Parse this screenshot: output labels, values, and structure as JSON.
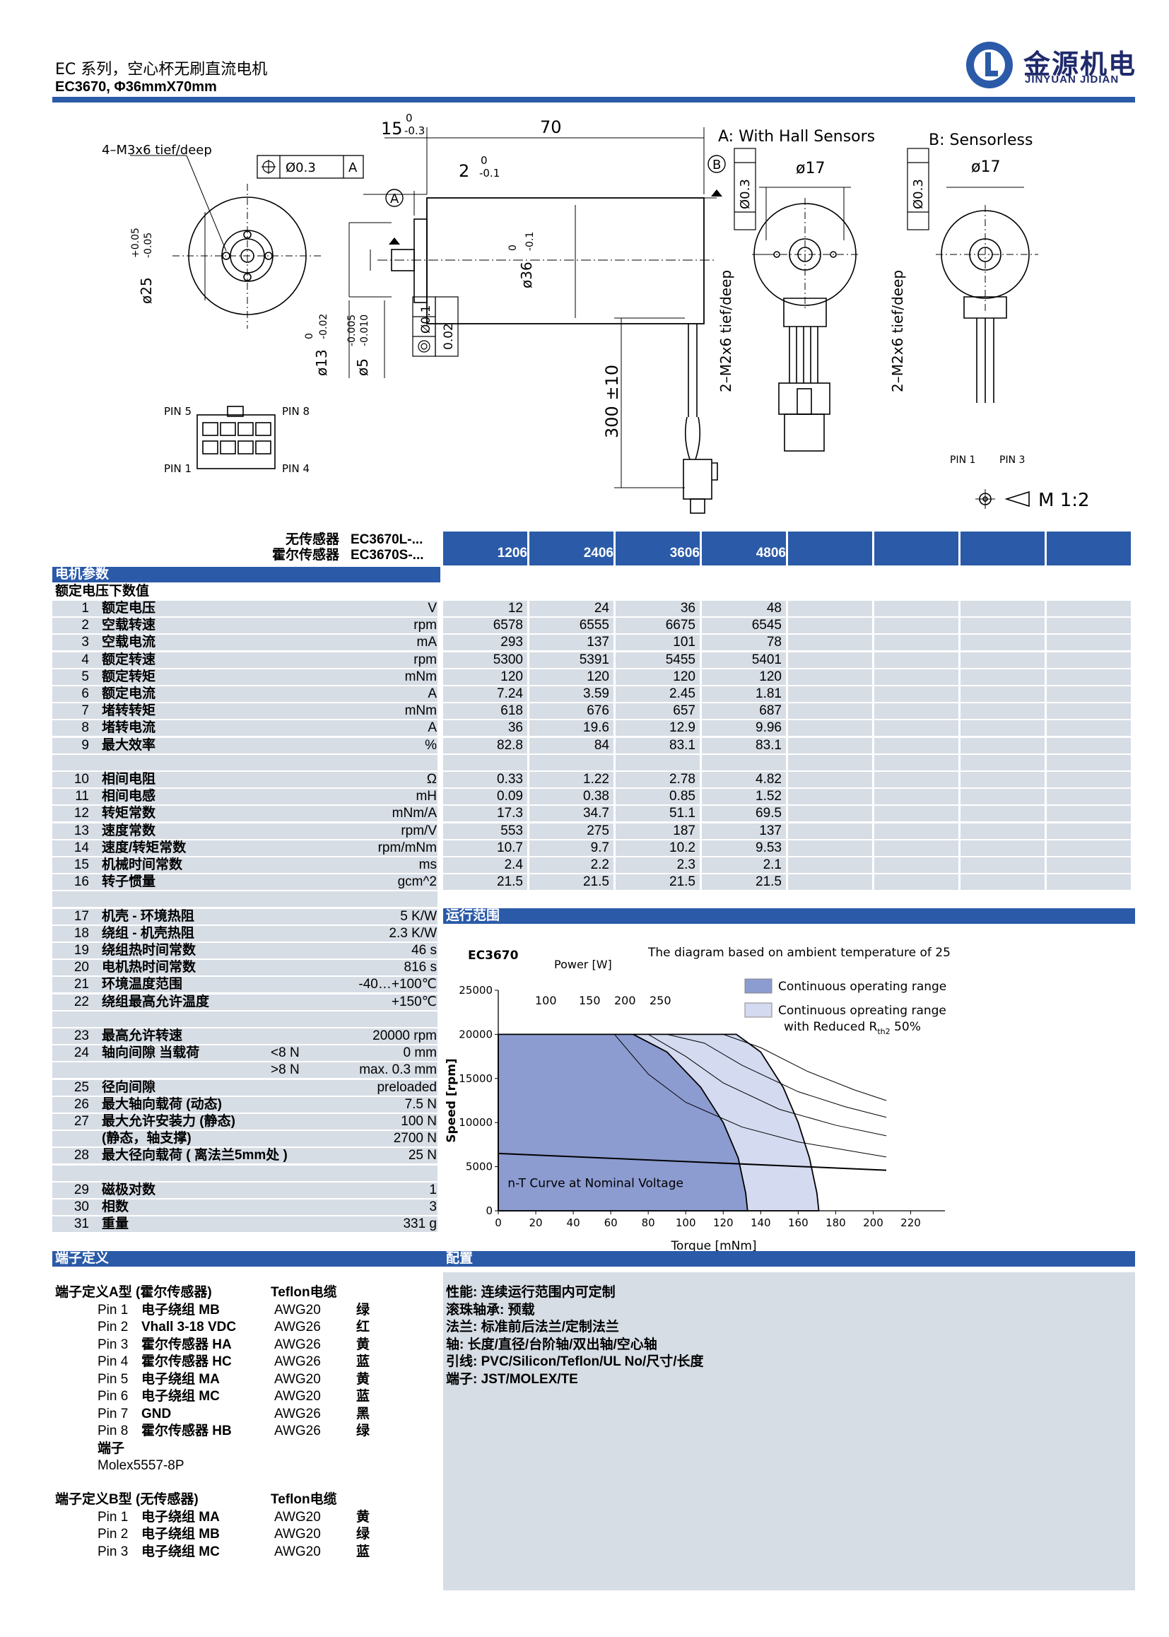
{
  "header": {
    "title": "EC  系列，空心杯无刷直流电机",
    "subtitle": "EC3670, Φ36mmX70mm",
    "logo_cn": "金源机电",
    "logo_en": "JINYUAN JIDIAN"
  },
  "drawing": {
    "thread_label": "4–M3x6 tief/deep",
    "tol_box": "Ø0.3",
    "datum_a": "A",
    "datum_b": "B",
    "dim_15": "15",
    "dim_15_tol": "-0.3",
    "dim_15_zero": "0",
    "dim_70": "70",
    "dim_2": "2",
    "dim_2_tol": "-0.1",
    "dim_2_zero": "0",
    "dim_25": "ø25",
    "dim_25_tol_p": "+0.05",
    "dim_25_tol_m": "-0.05",
    "dim_36": "ø36",
    "dim_36_tol": "-0.1",
    "dim_36_zero": "0",
    "dim_13": "ø13",
    "dim_13_tol": "-0.02",
    "dim_13_zero": "0",
    "dim_5": "ø5",
    "dim_5_tol1": "-0.005",
    "dim_5_tol2": "-0.010",
    "tol_01": "Ø0.1",
    "tol_002": "0.02",
    "dim_300": "300 ±10",
    "pin5": "PIN 5",
    "pin8": "PIN 8",
    "pin1": "PIN 1",
    "pin4": "PIN 4",
    "view_a": "A:  With  Hall  Sensors",
    "view_b": "B:  Sensorless",
    "d17a": "ø17",
    "d17b": "ø17",
    "tol_03": "Ø0.3",
    "m2a": "2–M2x6 tief/deep",
    "m2b": "2–M2x6 tief/deep",
    "pin1b": "PIN 1",
    "pin3b": "PIN 3",
    "scale": "M 1:2"
  },
  "spec": {
    "label_sensorless": "无传感器",
    "label_hall": "霍尔传感器",
    "model_l": "EC3670L-...",
    "model_s": "EC3670S-...",
    "columns": [
      "1206",
      "2406",
      "3606",
      "4806"
    ],
    "section_title": "电机参数",
    "sub_title": "额定电压下数值",
    "rows1": [
      {
        "n": "1",
        "name": "额定电压",
        "unit": "V",
        "v": [
          "12",
          "24",
          "36",
          "48"
        ]
      },
      {
        "n": "2",
        "name": "空载转速",
        "unit": "rpm",
        "v": [
          "6578",
          "6555",
          "6675",
          "6545"
        ]
      },
      {
        "n": "3",
        "name": "空载电流",
        "unit": "mA",
        "v": [
          "293",
          "137",
          "101",
          "78"
        ]
      },
      {
        "n": "4",
        "name": "额定转速",
        "unit": "rpm",
        "v": [
          "5300",
          "5391",
          "5455",
          "5401"
        ]
      },
      {
        "n": "5",
        "name": "额定转矩",
        "unit": "mNm",
        "v": [
          "120",
          "120",
          "120",
          "120"
        ]
      },
      {
        "n": "6",
        "name": "额定电流",
        "unit": "A",
        "v": [
          "7.24",
          "3.59",
          "2.45",
          "1.81"
        ]
      },
      {
        "n": "7",
        "name": "堵转转矩",
        "unit": "mNm",
        "v": [
          "618",
          "676",
          "657",
          "687"
        ]
      },
      {
        "n": "8",
        "name": "堵转电流",
        "unit": "A",
        "v": [
          "36",
          "19.6",
          "12.9",
          "9.96"
        ]
      },
      {
        "n": "9",
        "name": "最大效率",
        "unit": "%",
        "v": [
          "82.8",
          "84",
          "83.1",
          "83.1"
        ]
      }
    ],
    "rows2": [
      {
        "n": "10",
        "name": "相间电阻",
        "unit": "Ω",
        "v": [
          "0.33",
          "1.22",
          "2.78",
          "4.82"
        ]
      },
      {
        "n": "11",
        "name": "相间电感",
        "unit": "mH",
        "v": [
          "0.09",
          "0.38",
          "0.85",
          "1.52"
        ]
      },
      {
        "n": "12",
        "name": "转矩常数",
        "unit": "mNm/A",
        "v": [
          "17.3",
          "34.7",
          "51.1",
          "69.5"
        ]
      },
      {
        "n": "13",
        "name": "速度常数",
        "unit": "rpm/V",
        "v": [
          "553",
          "275",
          "187",
          "137"
        ]
      },
      {
        "n": "14",
        "name": "速度/转矩常数",
        "unit": "rpm/mNm",
        "v": [
          "10.7",
          "9.7",
          "10.2",
          "9.53"
        ]
      },
      {
        "n": "15",
        "name": "机械时间常数",
        "unit": "ms",
        "v": [
          "2.4",
          "2.2",
          "2.3",
          "2.1"
        ]
      },
      {
        "n": "16",
        "name": "转子惯量",
        "unit": "gcm^2",
        "v": [
          "21.5",
          "21.5",
          "21.5",
          "21.5"
        ]
      }
    ],
    "rows3": [
      {
        "n": "17",
        "name": "机壳 - 环境热阻",
        "val": "5 K/W"
      },
      {
        "n": "18",
        "name": "绕组 - 机壳热阻",
        "val": "2.3 K/W"
      },
      {
        "n": "19",
        "name": "绕组热时间常数",
        "val": "46 s"
      },
      {
        "n": "20",
        "name": "电机热时间常数",
        "val": "816 s"
      },
      {
        "n": "21",
        "name": "环境温度范围",
        "val": "-40…+100℃"
      },
      {
        "n": "22",
        "name": "绕组最高允许温度",
        "val": "+150℃"
      }
    ],
    "rows4": [
      {
        "n": "23",
        "name": "最高允许转速",
        "cond": "",
        "val": "20000 rpm"
      },
      {
        "n": "24",
        "name": "轴向间隙  当载荷",
        "cond": "<8 N",
        "val": "0 mm"
      },
      {
        "n": "",
        "name": "",
        "cond": ">8 N",
        "val": "max. 0.3 mm"
      },
      {
        "n": "25",
        "name": "径向间隙",
        "cond": "",
        "val": "preloaded"
      },
      {
        "n": "26",
        "name": "最大轴向载荷 (动态)",
        "cond": "",
        "val": "7.5 N"
      },
      {
        "n": "27",
        "name": "最大允许安装力 (静态)",
        "cond": "",
        "val": "100 N"
      },
      {
        "n": "",
        "name": "(静态，轴支撑)",
        "cond": "",
        "val": "2700 N"
      },
      {
        "n": "28",
        "name": "最大径向载荷 ( 离法兰5mm处 )",
        "cond": "",
        "val": "25 N"
      }
    ],
    "rows5": [
      {
        "n": "29",
        "name": "磁极对数",
        "val": "1"
      },
      {
        "n": "30",
        "name": "相数",
        "val": "3"
      },
      {
        "n": "31",
        "name": "重量",
        "val": "331 g"
      }
    ]
  },
  "range_section": "运行范围",
  "chart_data": {
    "type": "area",
    "title": "EC3670",
    "note": "The diagram based on ambient temperature of 25 ℃",
    "xlabel": "Torque [mNm]",
    "ylabel": "Speed [rpm]",
    "xlim": [
      0,
      230
    ],
    "ylim": [
      0,
      25000
    ],
    "x_ticks": [
      "0",
      "20",
      "40",
      "60",
      "80",
      "100",
      "120",
      "140",
      "160",
      "180",
      "200",
      "220"
    ],
    "y_ticks": [
      "0",
      "5000",
      "10000",
      "15000",
      "20000",
      "25000"
    ],
    "power_label": "Power [W]",
    "power_values": [
      "100",
      "150",
      "200",
      "250"
    ],
    "legend": [
      {
        "name": "Continuous operating range",
        "color": "#8c9bd0"
      },
      {
        "name": "Continuous opreating range",
        "name2": "with Reduced R",
        "sub": "th2",
        "name3": " 50%",
        "color": "#d4daf0"
      }
    ],
    "series": [
      {
        "name": "Continuous operating range",
        "points": [
          [
            0,
            20000
          ],
          [
            72,
            20000
          ],
          [
            90,
            18000
          ],
          [
            108,
            14000
          ],
          [
            120,
            10000
          ],
          [
            128,
            6000
          ],
          [
            132,
            2000
          ],
          [
            133,
            0
          ]
        ]
      },
      {
        "name": "Continuous opreating range with Reduced Rth2 50%",
        "points": [
          [
            0,
            20000
          ],
          [
            127,
            20000
          ],
          [
            140,
            18000
          ],
          [
            152,
            14000
          ],
          [
            160,
            10000
          ],
          [
            166,
            6000
          ],
          [
            170,
            2000
          ],
          [
            171,
            0
          ]
        ]
      }
    ],
    "nt_curve": {
      "name": "n-T Curve at Nominal Voltage",
      "points": [
        [
          0,
          6500
        ],
        [
          207,
          4600
        ]
      ]
    },
    "power_curves": [
      {
        "p": 100,
        "points": [
          [
            62,
            20000
          ],
          [
            80,
            15500
          ],
          [
            100,
            12300
          ],
          [
            130,
            9500
          ],
          [
            160,
            7800
          ],
          [
            207,
            6100
          ]
        ]
      },
      {
        "p": 150,
        "points": [
          [
            80,
            20000
          ],
          [
            100,
            17500
          ],
          [
            120,
            14500
          ],
          [
            150,
            11500
          ],
          [
            180,
            9700
          ],
          [
            207,
            8500
          ]
        ]
      },
      {
        "p": 200,
        "points": [
          [
            90,
            20000
          ],
          [
            110,
            19000
          ],
          [
            130,
            16500
          ],
          [
            160,
            13500
          ],
          [
            185,
            11800
          ],
          [
            207,
            10600
          ]
        ]
      },
      {
        "p": 250,
        "points": [
          [
            100,
            20000
          ],
          [
            120,
            20000
          ],
          [
            140,
            18500
          ],
          [
            165,
            15800
          ],
          [
            190,
            13700
          ],
          [
            207,
            12500
          ]
        ]
      }
    ]
  },
  "pins": {
    "section": "端子定义",
    "a_title": "端子定义A型 (霍尔传感器)",
    "a_cable": "Teflon电缆",
    "a_rows": [
      {
        "pin": "Pin 1",
        "desc": "电子绕组 MB",
        "awg": "AWG20",
        "color": "绿"
      },
      {
        "pin": "Pin 2",
        "desc": "Vhall 3-18 VDC",
        "awg": "AWG26",
        "color": "红"
      },
      {
        "pin": "Pin 3",
        "desc": "霍尔传感器 HA",
        "awg": "AWG26",
        "color": "黄"
      },
      {
        "pin": "Pin 4",
        "desc": "霍尔传感器 HC",
        "awg": "AWG26",
        "color": "蓝"
      },
      {
        "pin": "Pin 5",
        "desc": "电子绕组 MA",
        "awg": "AWG20",
        "color": "黄"
      },
      {
        "pin": "Pin 6",
        "desc": "电子绕组 MC",
        "awg": "AWG20",
        "color": "蓝"
      },
      {
        "pin": "Pin 7",
        "desc": "GND",
        "awg": "AWG26",
        "color": "黑"
      },
      {
        "pin": "Pin 8",
        "desc": "霍尔传感器 HB",
        "awg": "AWG26",
        "color": "绿"
      }
    ],
    "term_label": "端子",
    "term_value": "Molex5557-8P",
    "b_title": "端子定义B型 (无传感器)",
    "b_cable": "Teflon电缆",
    "b_rows": [
      {
        "pin": "Pin 1",
        "desc": "电子绕组 MA",
        "awg": "AWG20",
        "color": "黄"
      },
      {
        "pin": "Pin 2",
        "desc": "电子绕组 MB",
        "awg": "AWG20",
        "color": "绿"
      },
      {
        "pin": "Pin 3",
        "desc": "电子绕组 MC",
        "awg": "AWG20",
        "color": "蓝"
      }
    ]
  },
  "config": {
    "section": "配置",
    "lines": [
      "性能: 连续运行范围内可定制",
      "滚珠轴承: 预载",
      "法兰: 标准前后法兰/定制法兰",
      "轴: 长度/直径/台阶轴/双出轴/空心轴",
      "引线: PVC/Silicon/Teflon/UL No/尺寸/长度",
      "端子: JST/MOLEX/TE"
    ]
  }
}
